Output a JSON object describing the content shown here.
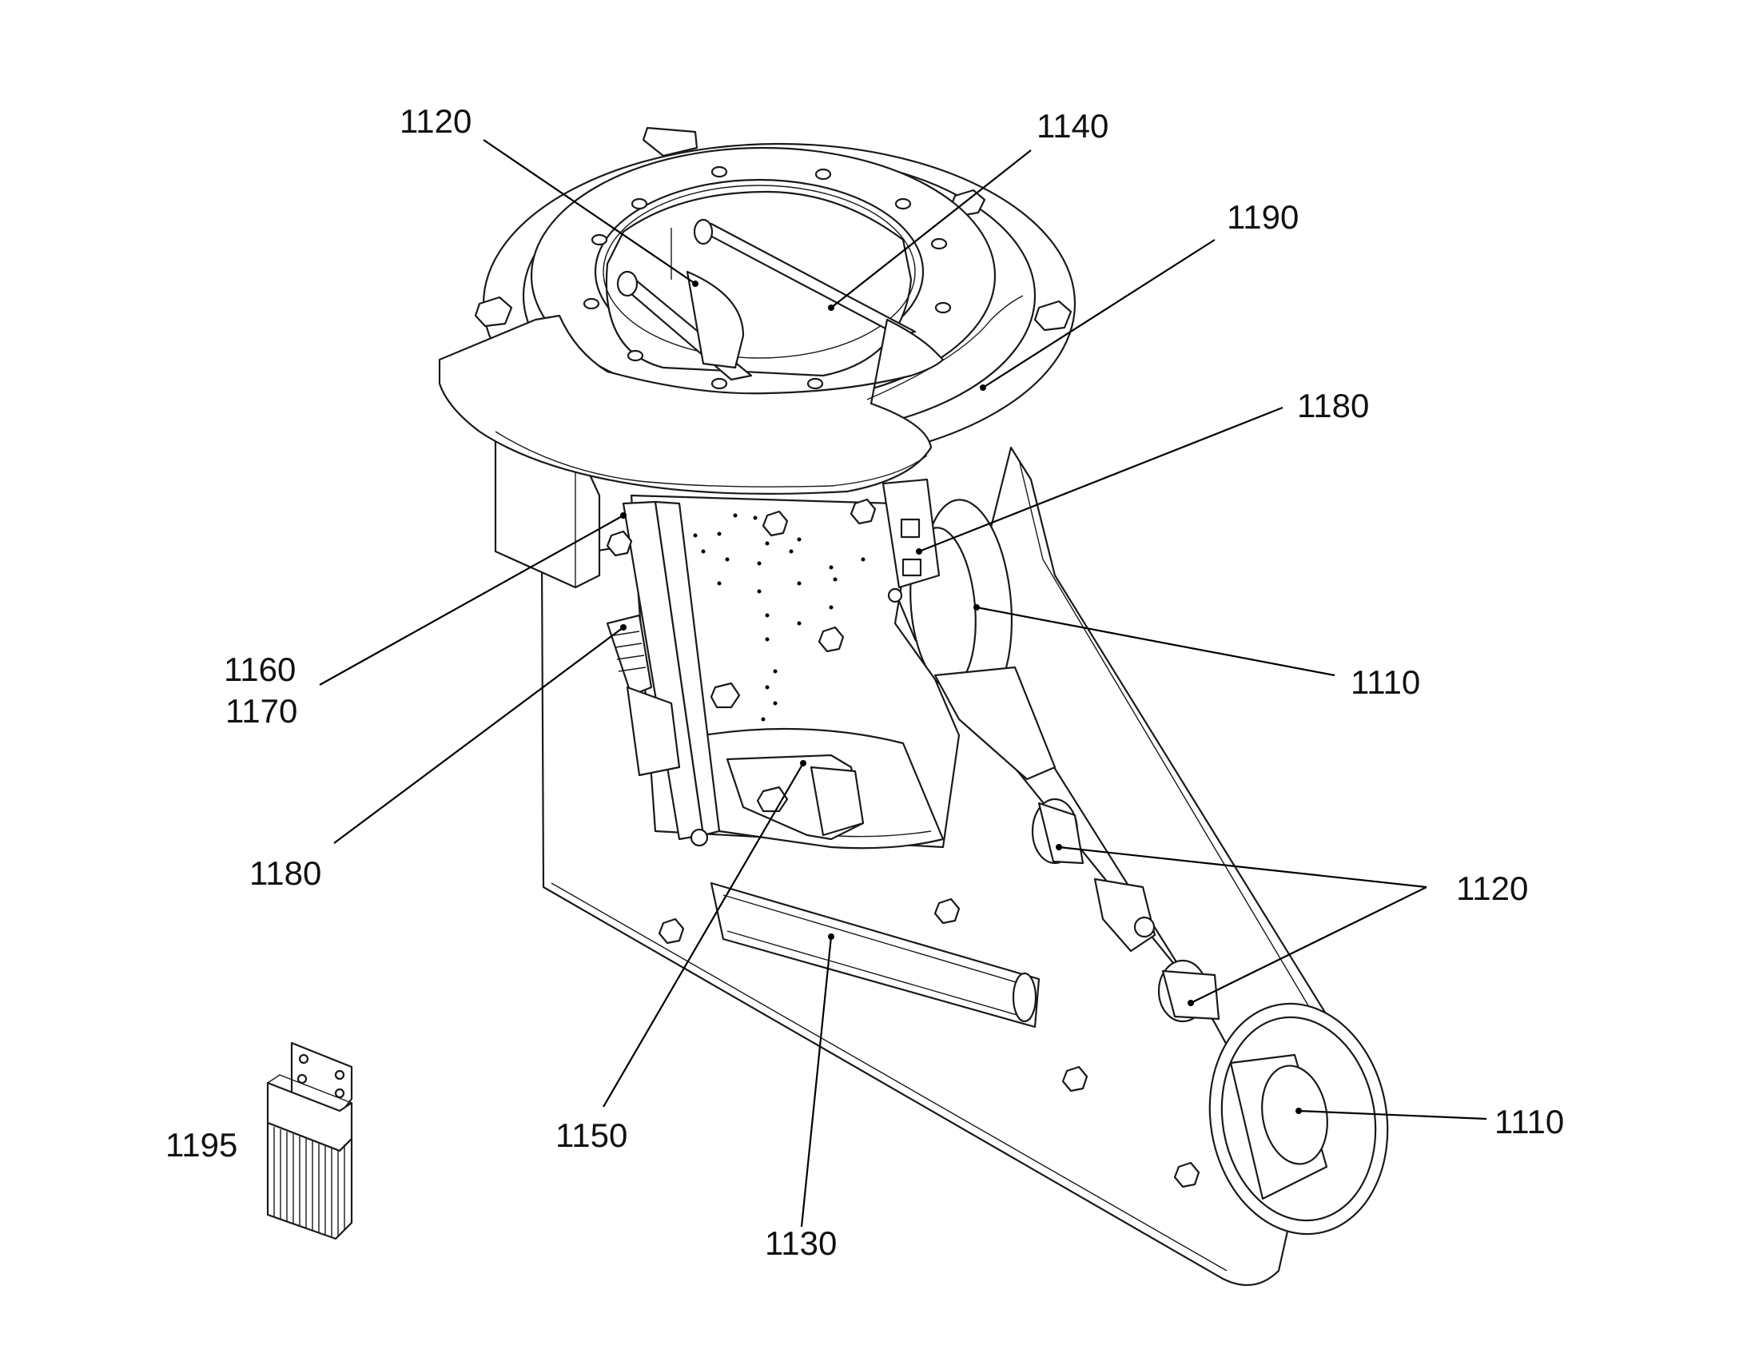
{
  "reference_numerals": [
    {
      "id": "1120-top",
      "text": "1120"
    },
    {
      "id": "1140",
      "text": "1140"
    },
    {
      "id": "1190",
      "text": "1190"
    },
    {
      "id": "1180-right",
      "text": "1180"
    },
    {
      "id": "1110-upper",
      "text": "1110"
    },
    {
      "id": "1160",
      "text": "1160"
    },
    {
      "id": "1170",
      "text": "1170"
    },
    {
      "id": "1180-left",
      "text": "1180"
    },
    {
      "id": "1120-right",
      "text": "1120"
    },
    {
      "id": "1150",
      "text": "1150"
    },
    {
      "id": "1130",
      "text": "1130"
    },
    {
      "id": "1110-lower",
      "text": "1110"
    },
    {
      "id": "1195",
      "text": "1195"
    }
  ]
}
